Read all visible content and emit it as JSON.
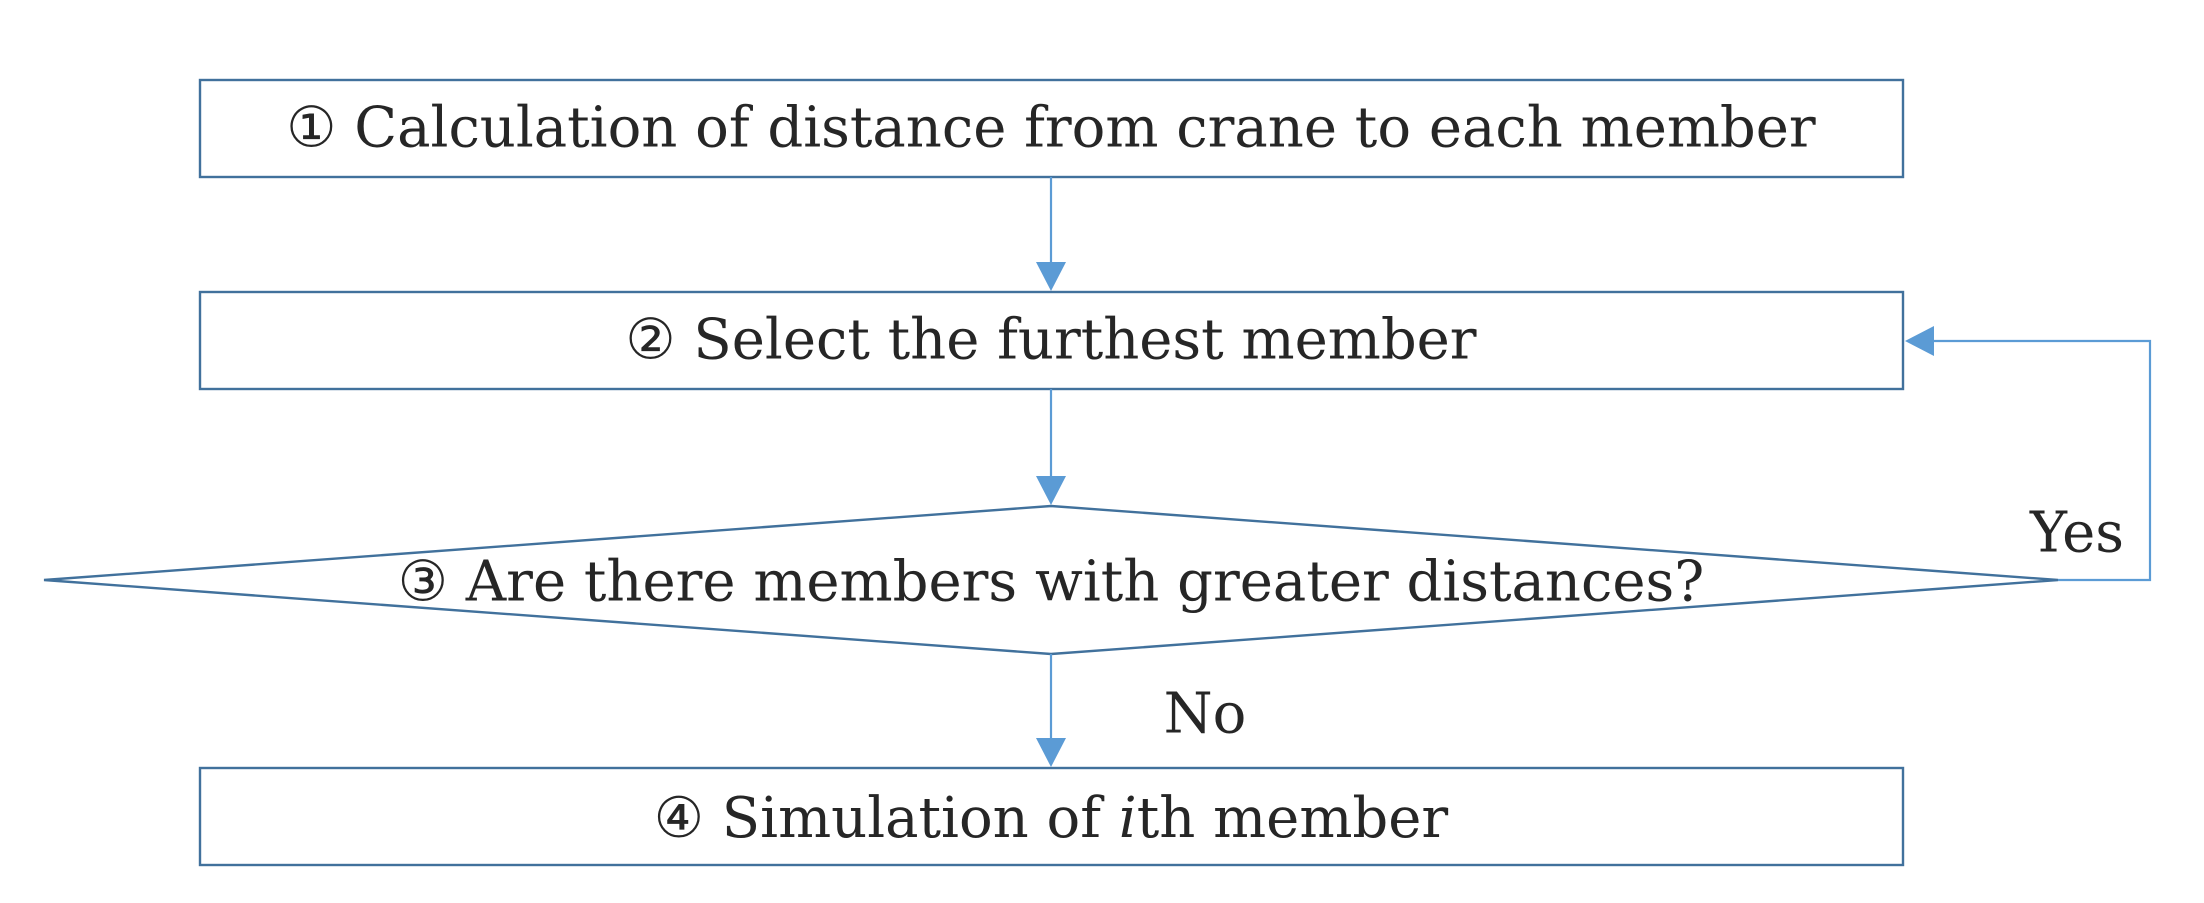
{
  "flowchart": {
    "steps": [
      {
        "id": "step1",
        "label": "① Calculation of distance from crane to each member"
      },
      {
        "id": "step2",
        "label": "② Select the furthest member"
      },
      {
        "id": "step3",
        "label": "③ Are there members with greater distances?"
      },
      {
        "id": "step4",
        "prefix": "④ Simulation of ",
        "emphasis": "i",
        "suffix": "th member"
      }
    ],
    "branches": {
      "yes": "Yes",
      "no": "No"
    },
    "colors": {
      "shape_border": "#41719c",
      "connector": "#5b9bd5",
      "text": "#262626",
      "background": "#ffffff"
    }
  }
}
